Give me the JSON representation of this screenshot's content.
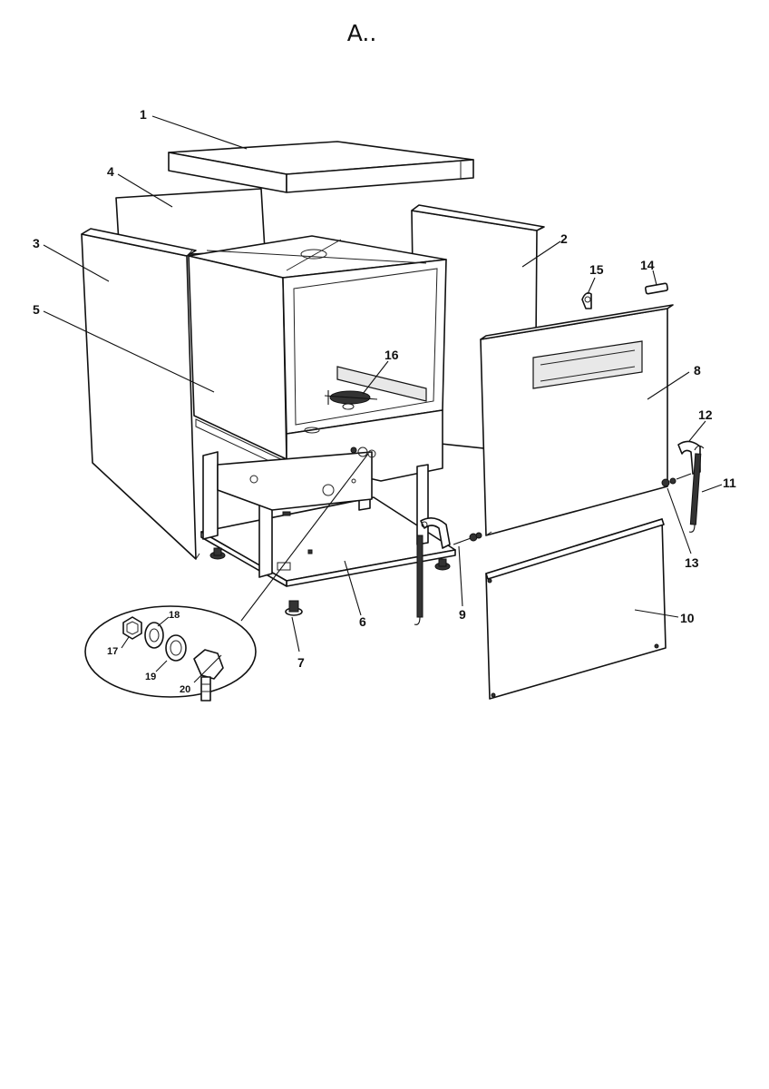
{
  "title": "A..",
  "parts": [
    {
      "id": "1",
      "label": "1"
    },
    {
      "id": "2",
      "label": "2"
    },
    {
      "id": "3",
      "label": "3"
    },
    {
      "id": "4",
      "label": "4"
    },
    {
      "id": "5",
      "label": "5"
    },
    {
      "id": "6",
      "label": "6"
    },
    {
      "id": "7",
      "label": "7"
    },
    {
      "id": "8",
      "label": "8"
    },
    {
      "id": "9",
      "label": "9"
    },
    {
      "id": "10",
      "label": "10"
    },
    {
      "id": "11",
      "label": "11"
    },
    {
      "id": "12",
      "label": "12"
    },
    {
      "id": "13",
      "label": "13"
    },
    {
      "id": "14",
      "label": "14"
    },
    {
      "id": "15",
      "label": "15"
    },
    {
      "id": "16",
      "label": "16"
    },
    {
      "id": "17",
      "label": "17"
    },
    {
      "id": "18",
      "label": "18"
    },
    {
      "id": "19",
      "label": "19"
    },
    {
      "id": "20",
      "label": "20"
    }
  ],
  "colors": {
    "line": "#111111",
    "background": "#ffffff"
  }
}
